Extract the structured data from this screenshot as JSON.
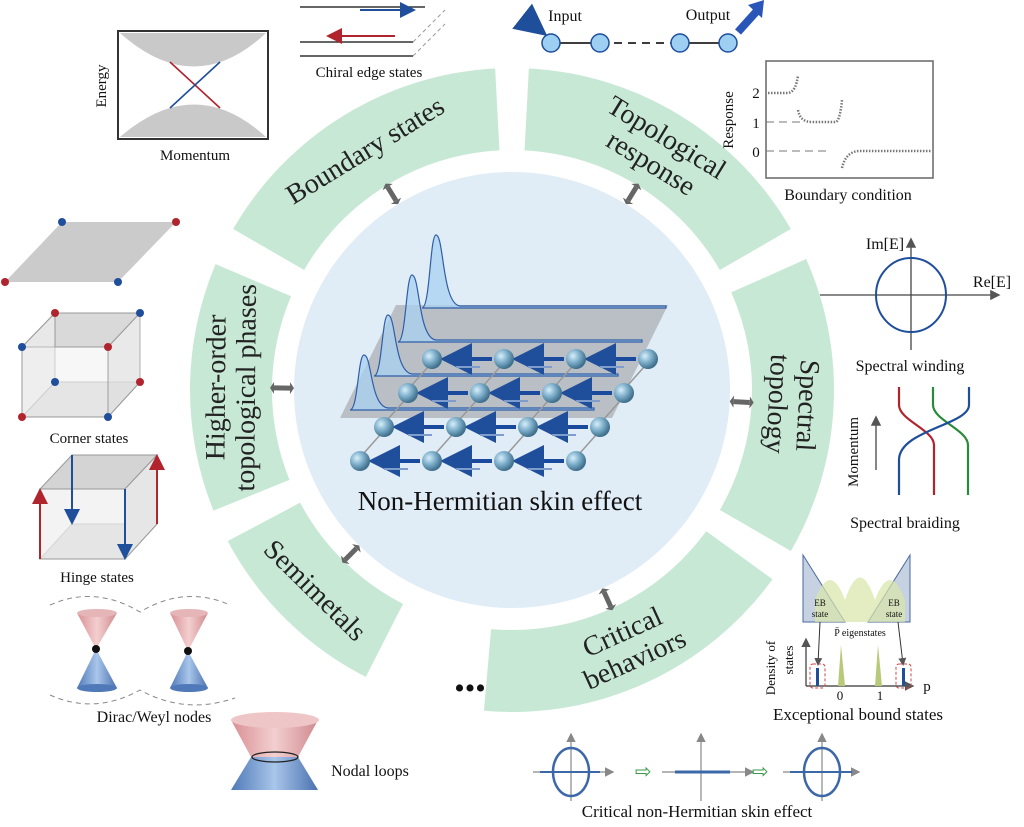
{
  "center": {
    "title": "Non-Hermitian skin effect"
  },
  "segments": [
    {
      "id": "boundary",
      "lines": [
        "Boundary states"
      ]
    },
    {
      "id": "response",
      "lines": [
        "Topological",
        "response"
      ]
    },
    {
      "id": "spectral",
      "lines": [
        "Spectral",
        "topology"
      ]
    },
    {
      "id": "critical",
      "lines": [
        "Critical",
        "behaviors"
      ]
    },
    {
      "id": "semimetals",
      "lines": [
        "Semimetals"
      ]
    },
    {
      "id": "higher-order",
      "lines": [
        "Higher-order",
        "topological phases"
      ]
    }
  ],
  "ellipsis": "•••",
  "panels": {
    "band": {
      "xlabel": "Momentum",
      "ylabel": "Energy"
    },
    "chiral": {
      "caption": "Chiral edge states"
    },
    "chain": {
      "input": "Input",
      "output": "Output"
    },
    "response_plot": {
      "ylabel": "Response",
      "xlabel": "Boundary condition",
      "yticks": [
        "2",
        "1",
        "0"
      ]
    },
    "winding": {
      "im": "Im[E]",
      "re": "Re[E]",
      "caption": "Spectral winding"
    },
    "braiding": {
      "axis": "Momentum",
      "caption": "Spectral braiding"
    },
    "eb": {
      "left": [
        "EB",
        "state"
      ],
      "right": [
        "EB",
        "state"
      ],
      "arrow_label": "P̄ eigenstates",
      "ylabel": [
        "Density of",
        "states"
      ],
      "xticks": [
        "0",
        "1"
      ],
      "xaxis": "p",
      "caption": "Exceptional bound states"
    },
    "critical_skin": {
      "caption": "Critical non-Hermitian skin effect"
    },
    "corner": {
      "caption": "Corner states"
    },
    "hinge": {
      "caption": "Hinge states"
    },
    "dirac": {
      "caption": "Dirac/Weyl nodes"
    },
    "nodal": {
      "caption": "Nodal loops"
    }
  },
  "colors": {
    "ring": "#c8e8d6",
    "center": "#e0ecf6",
    "blue": "#1f4e9a",
    "red": "#b0242e",
    "green": "#2a8a3a",
    "gray": "#c8c8c8"
  }
}
